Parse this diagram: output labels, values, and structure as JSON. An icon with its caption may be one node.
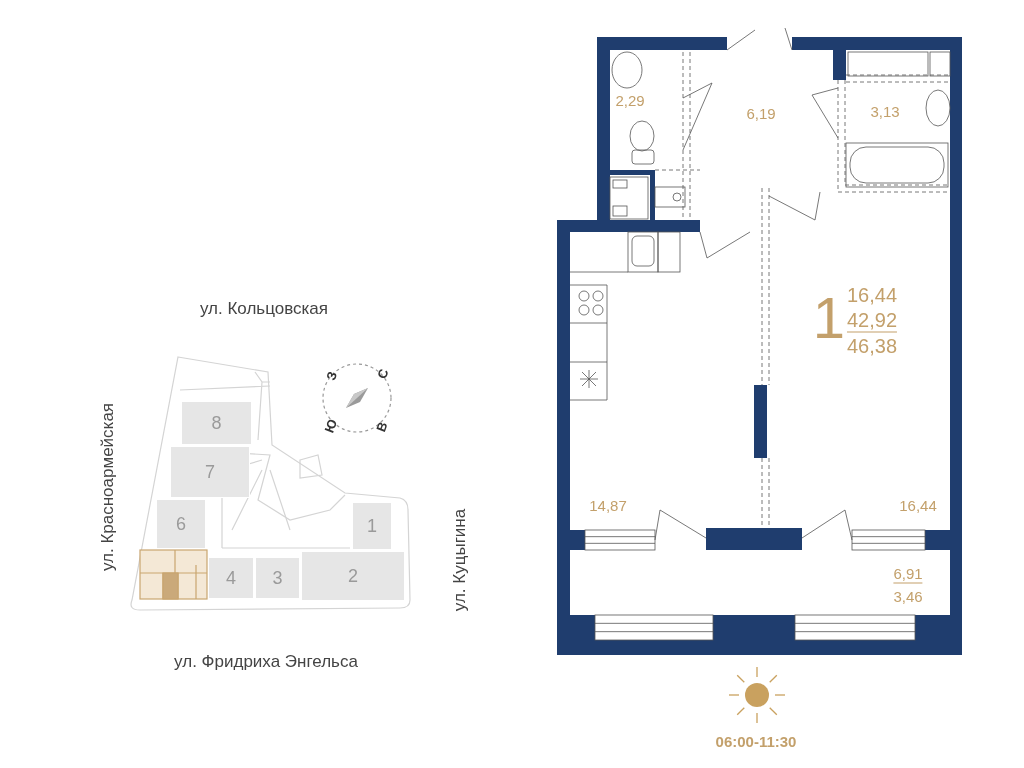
{
  "diagram": {
    "nodes": [
      {
        "text": [
          "8"
        ]
      },
      {
        "text": [
          "7"
        ]
      },
      {
        "text": [
          "6"
        ]
      },
      {
        "text": [
          "1"
        ]
      },
      {
        "text": [
          "4"
        ]
      },
      {
        "text": [
          "3"
        ]
      },
      {
        "text": [
          "2"
        ]
      }
    ],
    "labels": [
      "ул. Кольцовская",
      "З",
      "С",
      "ул. Красноармейская",
      "Ю",
      "В",
      "ул. Куцыгина",
      "ул. Фридриха Энгельса",
      "2,29",
      "6,19",
      "3,13",
      "1",
      "16,44",
      "42,92",
      "46,38",
      "14,87",
      "16,44",
      "6,91",
      "3,46",
      "06:00-11:30"
    ]
  }
}
